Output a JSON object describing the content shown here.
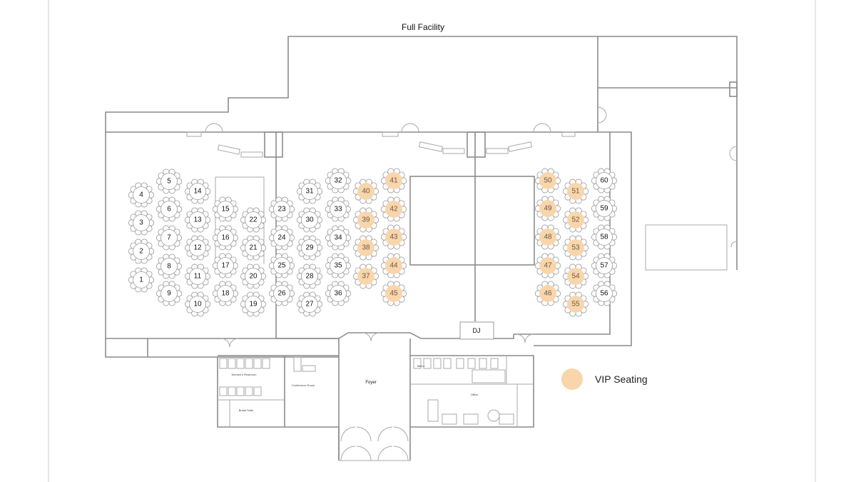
{
  "title": "Full Facility",
  "colors": {
    "vip_fill": "#f8d5ab",
    "table_stroke": "#9a9a9a",
    "wall": "#8c8c8c"
  },
  "stage_label": "DJ",
  "foyer_label": "Foyer",
  "room_labels": {
    "womens_restroom": "Women's Restroom",
    "bridal_suite": "Bridal Suite",
    "conference_room": "Conference Room",
    "office": "Office",
    "mens": "Men's"
  },
  "legend": {
    "label": "VIP Seating"
  },
  "tables": [
    {
      "n": "1",
      "vip": false
    },
    {
      "n": "2",
      "vip": false
    },
    {
      "n": "3",
      "vip": false
    },
    {
      "n": "4",
      "vip": false
    },
    {
      "n": "5",
      "vip": false
    },
    {
      "n": "6",
      "vip": false
    },
    {
      "n": "7",
      "vip": false
    },
    {
      "n": "8",
      "vip": false
    },
    {
      "n": "9",
      "vip": false
    },
    {
      "n": "10",
      "vip": false
    },
    {
      "n": "11",
      "vip": false
    },
    {
      "n": "12",
      "vip": false
    },
    {
      "n": "13",
      "vip": false
    },
    {
      "n": "14",
      "vip": false
    },
    {
      "n": "15",
      "vip": false
    },
    {
      "n": "16",
      "vip": false
    },
    {
      "n": "17",
      "vip": false
    },
    {
      "n": "18",
      "vip": false
    },
    {
      "n": "19",
      "vip": false
    },
    {
      "n": "20",
      "vip": false
    },
    {
      "n": "21",
      "vip": false
    },
    {
      "n": "22",
      "vip": false
    },
    {
      "n": "23",
      "vip": false
    },
    {
      "n": "24",
      "vip": false
    },
    {
      "n": "25",
      "vip": false
    },
    {
      "n": "26",
      "vip": false
    },
    {
      "n": "27",
      "vip": false
    },
    {
      "n": "28",
      "vip": false
    },
    {
      "n": "29",
      "vip": false
    },
    {
      "n": "30",
      "vip": false
    },
    {
      "n": "31",
      "vip": false
    },
    {
      "n": "32",
      "vip": false
    },
    {
      "n": "33",
      "vip": false
    },
    {
      "n": "34",
      "vip": false
    },
    {
      "n": "35",
      "vip": false
    },
    {
      "n": "36",
      "vip": false
    },
    {
      "n": "37",
      "vip": true
    },
    {
      "n": "38",
      "vip": true
    },
    {
      "n": "39",
      "vip": true
    },
    {
      "n": "40",
      "vip": true
    },
    {
      "n": "41",
      "vip": true
    },
    {
      "n": "42",
      "vip": true
    },
    {
      "n": "43",
      "vip": true
    },
    {
      "n": "44",
      "vip": true
    },
    {
      "n": "45",
      "vip": true
    },
    {
      "n": "46",
      "vip": true
    },
    {
      "n": "47",
      "vip": true
    },
    {
      "n": "48",
      "vip": true
    },
    {
      "n": "49",
      "vip": true
    },
    {
      "n": "50",
      "vip": true
    },
    {
      "n": "51",
      "vip": true
    },
    {
      "n": "52",
      "vip": true
    },
    {
      "n": "53",
      "vip": true
    },
    {
      "n": "54",
      "vip": true
    },
    {
      "n": "55",
      "vip": true
    },
    {
      "n": "56",
      "vip": false
    },
    {
      "n": "57",
      "vip": false
    },
    {
      "n": "58",
      "vip": false
    },
    {
      "n": "59",
      "vip": false
    },
    {
      "n": "60",
      "vip": false
    }
  ]
}
